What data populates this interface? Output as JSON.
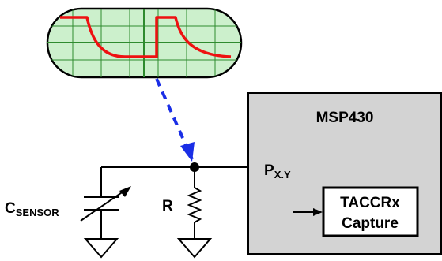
{
  "labels": {
    "mcu": "MSP430",
    "port_main": "P",
    "port_sub": "X.Y",
    "register_line1": "TACCRx",
    "register_line2": "Capture",
    "resistor": "R",
    "capacitor_main": "C",
    "capacitor_sub": "SENSOR"
  },
  "colors": {
    "scope_fill": "#ccf0cc",
    "scope_grid": "#2e8b2e",
    "waveform": "#ee1111",
    "arrow": "#1a2ee6",
    "mcu_fill": "#d3d3d3",
    "line": "#000000"
  },
  "icons": {
    "scope": "oscilloscope-icon",
    "ground": "ground-icon",
    "resistor": "resistor-icon",
    "capacitor": "variable-capacitor-icon"
  }
}
